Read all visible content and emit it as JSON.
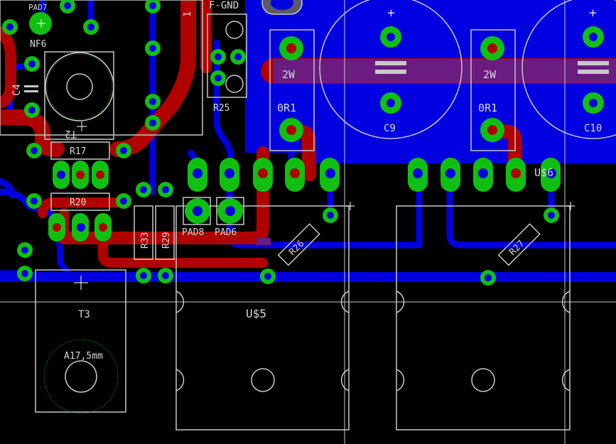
{
  "layers": {
    "top_copper": "#b00000",
    "bottom_copper": "#0000e0",
    "via_ring": "#10c010",
    "silkscreen": "#c8c8c8",
    "background": "#000000",
    "overlap": "#6a1c80"
  },
  "labels": {
    "pad7": "PAD7",
    "nf6": "NF6",
    "fgnd": "F-GND",
    "c4": "C4",
    "t2": "T2",
    "r25": "R25",
    "r17": "R17",
    "r20": "R20",
    "r33": "R33",
    "r29": "R29",
    "pad8": "PAD8",
    "pad6": "PAD6",
    "w2_left": "2W",
    "w2_right": "2W",
    "or1_left": "0R1",
    "or1_right": "0R1",
    "c9": "C9",
    "c10": "C10",
    "r26": "R26",
    "r27": "R27",
    "us5": "U$5",
    "us6": "U$6",
    "t3": "T3",
    "a17": "A17,5mm",
    "plus": "+",
    "one": "1"
  }
}
